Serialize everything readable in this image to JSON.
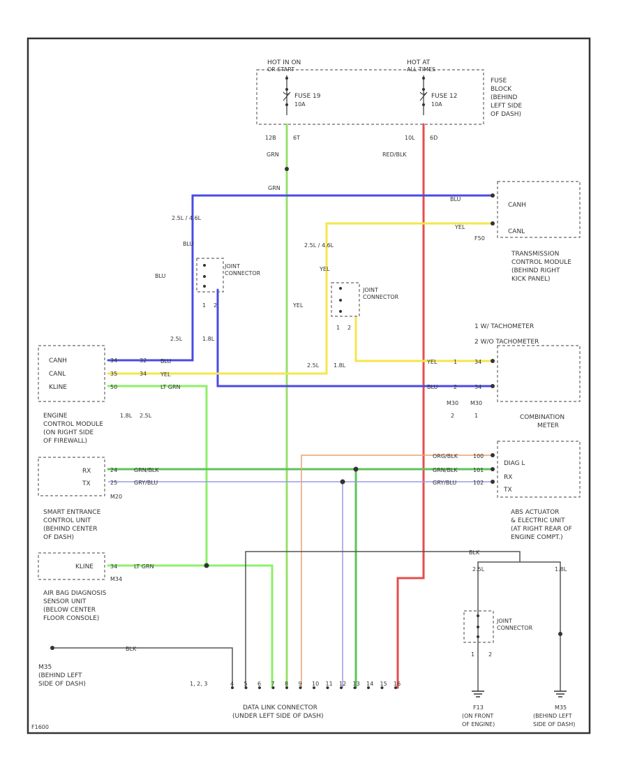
{
  "fuse_block": {
    "hot_left": "HOT IN ON",
    "hot_left_sub": "OR START",
    "hot_right": "HOT AT",
    "hot_right_sub": "ALL TIMES",
    "fuse_left": "FUSE 19",
    "fuse_left_amp": "10A",
    "fuse_right": "FUSE 12",
    "fuse_right_amp": "10A",
    "label_lines": [
      "FUSE",
      "BLOCK",
      "(BEHIND",
      "LEFT SIDE",
      "OF DASH)"
    ],
    "pin_left_a": "12B",
    "pin_left_b": "6T",
    "pin_right_a": "10L",
    "pin_right_b": "6D",
    "wire_left": "GRN",
    "wire_right": "RED/BLK"
  },
  "wires": {
    "grn": "GRN",
    "blu": "BLU",
    "yel": "YEL",
    "lt_grn": "LT GRN",
    "grn_blk": "GRN/BLK",
    "gry_blu": "GRY/BLU",
    "org_blk": "ORG/BLK",
    "blk": "BLK"
  },
  "tcm": {
    "pins": [
      "CANH",
      "CANL"
    ],
    "connector": "F50",
    "label_lines": [
      "TRANSMISSION",
      "CONTROL MODULE",
      "(BEHIND RIGHT",
      "KICK PANEL)"
    ]
  },
  "joint_connector_1": {
    "label_lines": [
      "JOINT",
      "CONNECTOR"
    ],
    "top": "2.5L / 4.6L",
    "pins": [
      "1",
      "2"
    ],
    "bottom_left": "2.5L",
    "bottom_right": "1.8L"
  },
  "joint_connector_2": {
    "label_lines": [
      "JOINT",
      "CONNECTOR"
    ],
    "top": "2.5L / 4.6L",
    "pins": [
      "1",
      "2"
    ],
    "bottom_left": "2.5L",
    "bottom_right": "1.8L"
  },
  "joint_connector_3": {
    "label_lines": [
      "JOINT",
      "CONNECTOR"
    ],
    "pins": [
      "1",
      "2"
    ]
  },
  "ecm": {
    "pins": [
      "CANH",
      "CANL",
      "KLINE"
    ],
    "pin_nums": [
      "34",
      "35",
      "50"
    ],
    "mid_pins": [
      "32",
      "34"
    ],
    "engine_labels": [
      "1.8L",
      "2.5L"
    ],
    "label_lines": [
      "ENGINE",
      "CONTROL MODULE",
      "(ON RIGHT SIDE",
      "OF FIREWALL)"
    ]
  },
  "tach_notes": [
    "1  W/ TACHOMETER",
    "2  W/O TACHOMETER"
  ],
  "meter": {
    "pins": [
      "1",
      "2"
    ],
    "pin_nums": [
      "34",
      "34"
    ],
    "connectors": [
      "M30",
      "M30"
    ],
    "conn_nums": [
      "2",
      "1"
    ],
    "label_lines": [
      "COMBINATION",
      "METER"
    ]
  },
  "smart_entrance": {
    "pins": [
      "RX",
      "TX"
    ],
    "pin_nums": [
      "24",
      "25"
    ],
    "connector": "M20",
    "label_lines": [
      "SMART ENTRANCE",
      "CONTROL UNIT",
      "(BEHIND CENTER",
      "OF DASH)"
    ]
  },
  "abs": {
    "pins": [
      "DIAG L",
      "RX",
      "TX"
    ],
    "pin_nums": [
      "100",
      "101",
      "102"
    ],
    "label_lines": [
      "ABS ACTUATOR",
      "& ELECTRIC UNIT",
      "(AT RIGHT REAR OF",
      "ENGINE COMPT.)"
    ]
  },
  "airbag": {
    "pins": [
      "KLINE"
    ],
    "pin_nums": [
      "34"
    ],
    "connector": "M34",
    "label_lines": [
      "AIR BAG DIAGNOSIS",
      "SENSOR UNIT",
      "(BELOW CENTER",
      "FLOOR CONSOLE)"
    ]
  },
  "ground_m35": {
    "label_lines": [
      "M35",
      "(BEHIND LEFT",
      "SIDE OF DASH)"
    ],
    "wire": "BLK"
  },
  "dlc": {
    "pins": [
      "4",
      "5",
      "6",
      "7",
      "8",
      "9",
      "10",
      "11",
      "12",
      "13",
      "14",
      "15",
      "16"
    ],
    "prefix": "1, 2, 3",
    "label_lines": [
      "DATA LINK CONNECTOR",
      "(UNDER LEFT SIDE OF DASH)"
    ]
  },
  "grounds": {
    "left_top": "2.5L",
    "right_top": "1.8L",
    "left_conn": "F13",
    "right_conn": "M35",
    "left_lines": [
      "(ON FRONT",
      "OF ENGINE)"
    ],
    "right_lines": [
      "(BEHIND LEFT",
      "SIDE OF DASH)"
    ]
  },
  "figure_id": "F1600"
}
